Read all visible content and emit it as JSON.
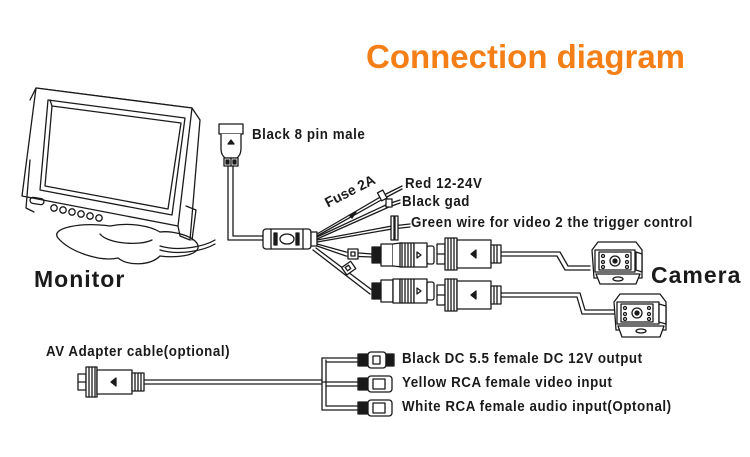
{
  "title": "Connection diagram",
  "colors": {
    "title": "#f57f17",
    "line": "#1a1a1a",
    "background": "#ffffff"
  },
  "components": {
    "monitor": {
      "label": "Monitor",
      "icon": "monitor-icon"
    },
    "camera": {
      "label": "Camera",
      "icon": "camera-icon",
      "count": 2
    },
    "av_adapter": {
      "label": "AV Adapter cable(optional)",
      "icon": "av-connector-icon"
    }
  },
  "main_cable": {
    "labels": {
      "connector": "Black 8 pin male",
      "fuse": "Fuse 2A",
      "red": "Red 12-24V",
      "black": "Black gad",
      "green": "Green wire for video 2 the trigger control"
    }
  },
  "av_outputs": [
    {
      "label": "Black DC 5.5 female DC 12V output",
      "icon": "dc-female-icon"
    },
    {
      "label": "Yellow RCA female video input",
      "icon": "rca-female-icon"
    },
    {
      "label": "White RCA female audio input(Optonal)",
      "icon": "rca-female-icon"
    }
  ]
}
